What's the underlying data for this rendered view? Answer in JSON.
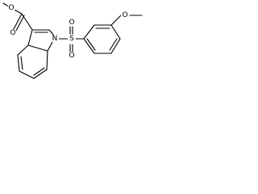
{
  "molecule": {
    "atoms": {
      "ester_o_methyl": "O",
      "ester_o_carbonyl": "O",
      "indole_n": "N",
      "sulfonyl_s": "S",
      "sulfonyl_o_top": "O",
      "sulfonyl_o_bottom": "O",
      "ether_o": "O"
    }
  }
}
